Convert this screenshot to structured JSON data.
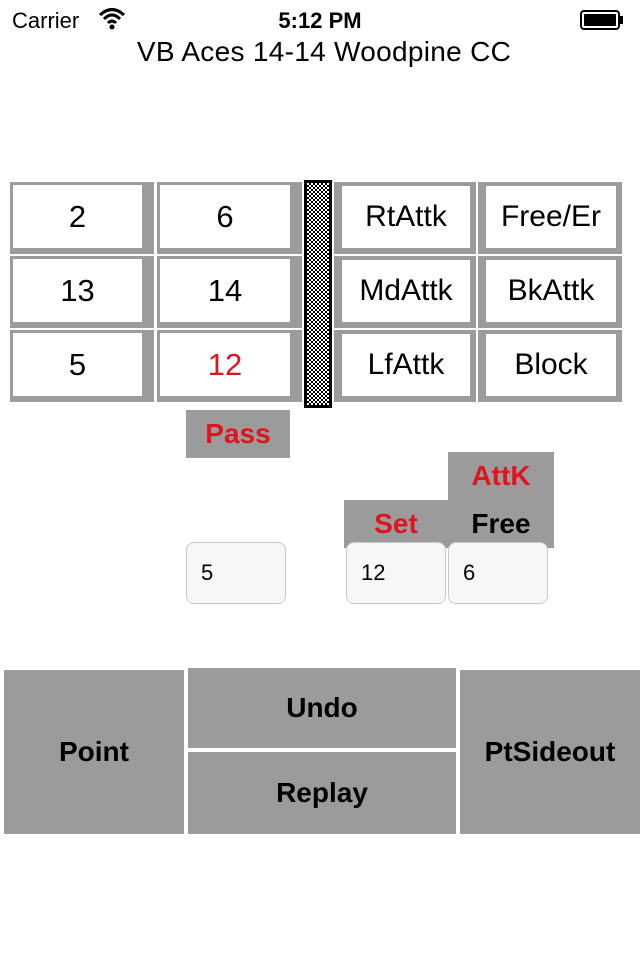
{
  "status_bar": {
    "carrier": "Carrier",
    "time": "5:12 PM"
  },
  "header": {
    "score_line": "VB Aces  14-14  Woodpine CC"
  },
  "players": {
    "col1": [
      "2",
      "13",
      "5"
    ],
    "col2": [
      "6",
      "14",
      "12"
    ]
  },
  "actions": {
    "col1": [
      "RtAttk",
      "MdAttk",
      "LfAttk"
    ],
    "col2": [
      "Free/Er",
      "BkAttk",
      "Block"
    ]
  },
  "labels": {
    "pass": "Pass",
    "set": "Set",
    "attk": "AttK",
    "free": "Free"
  },
  "fields": {
    "pass_value": "5",
    "set_value": "12",
    "attack_value": "6"
  },
  "buttons": {
    "point": "Point",
    "undo": "Undo",
    "replay": "Replay",
    "pt_sideout": "PtSideout"
  },
  "colors": {
    "accent_red": "#e0141e",
    "panel_gray": "#9b9b9b"
  }
}
